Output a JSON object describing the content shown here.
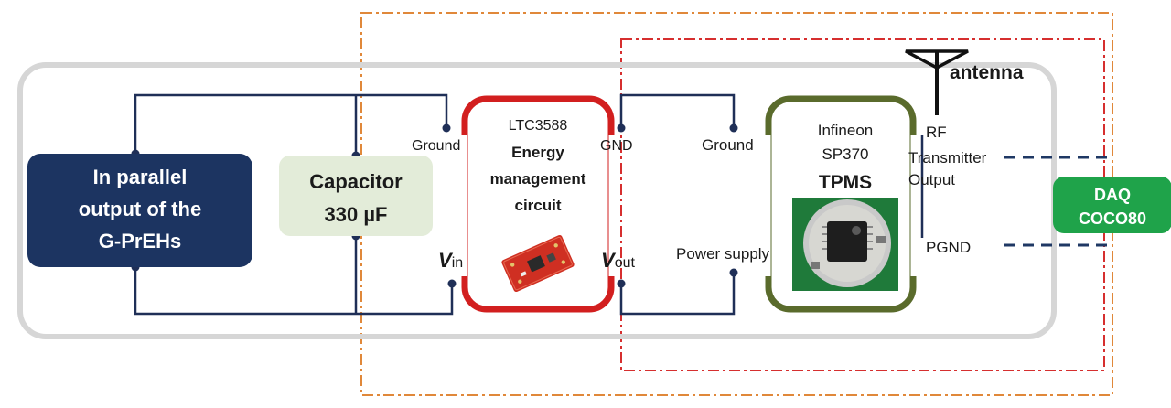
{
  "source_block": {
    "lines": [
      "In parallel",
      "output of the",
      "G-PrEHs"
    ]
  },
  "capacitor": {
    "lines": [
      "Capacitor",
      "330 µF"
    ]
  },
  "ltc": {
    "title": "LTC3588",
    "name_lines": [
      "Energy",
      "management",
      "circuit"
    ],
    "pin_ground": "Ground",
    "pin_vin_main": "V",
    "pin_vin_sub": "in",
    "pin_gnd": "GND",
    "pin_vout_main": "V",
    "pin_vout_sub": "out"
  },
  "tpms": {
    "maker": "Infineon",
    "model": "SP370",
    "name": "TPMS",
    "pin_ground": "Ground",
    "pin_power": "Power supply",
    "rf_lines": [
      "RF",
      "Transmitter",
      "Output"
    ],
    "pgnd": "PGND"
  },
  "antenna": {
    "label": "antenna"
  },
  "daq": {
    "lines": [
      "DAQ",
      "COCO80"
    ]
  },
  "colors": {
    "navy": "#1c3461",
    "capacitor_fill": "#e3ecd9",
    "ltc_border": "#d21f1f",
    "tpms_border": "#5a6b2c",
    "daq_fill": "#1fa34a",
    "orange_boundary": "#e0883a",
    "red_boundary": "#d62f2f",
    "outer_gray": "#d6d6d6"
  },
  "icons": [
    "antenna-icon",
    "ltc-board-photo",
    "tpms-chip-photo"
  ]
}
